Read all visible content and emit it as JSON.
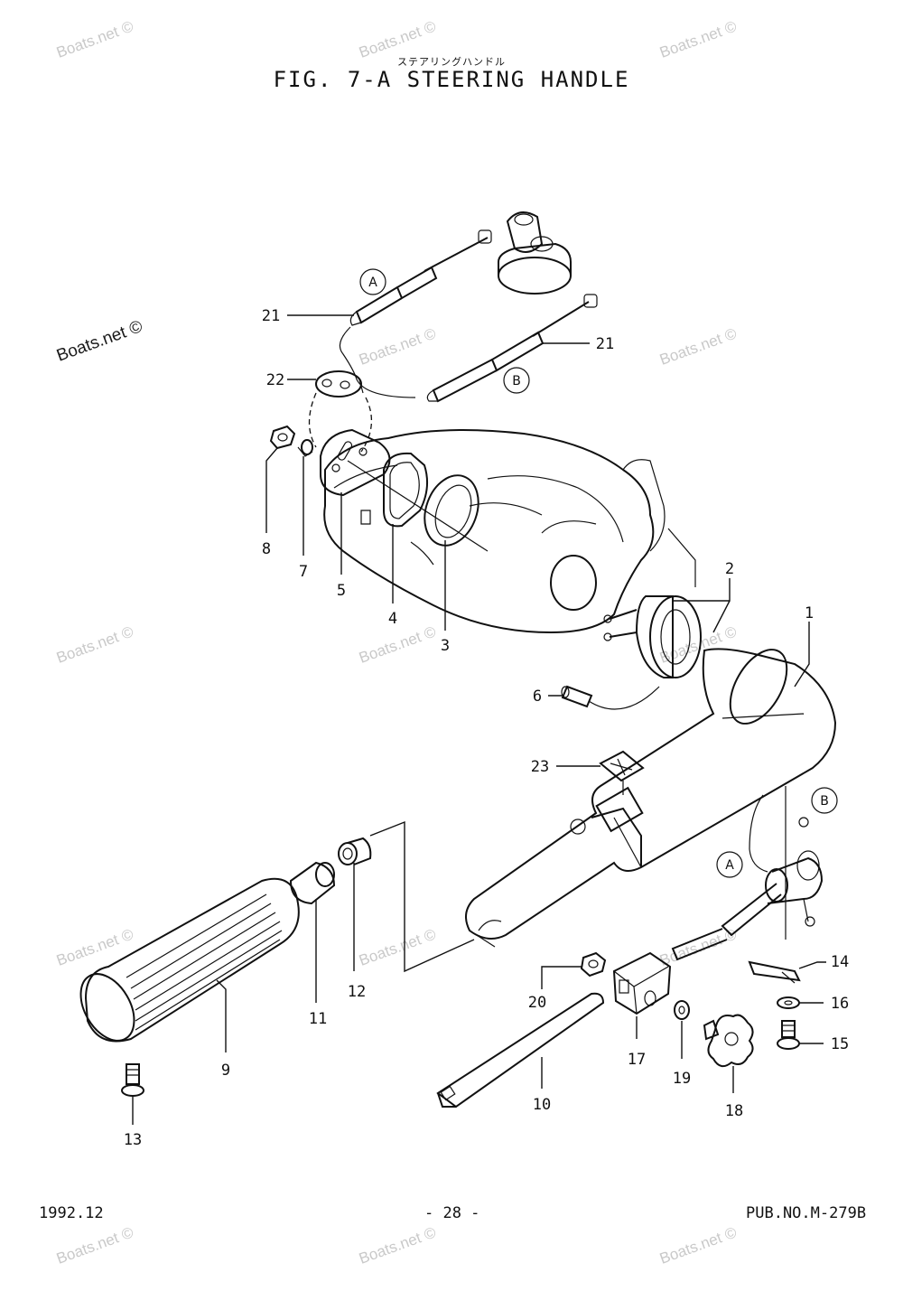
{
  "header": {
    "subtitle_jp": "ステアリングハンドル",
    "title": "FIG.  7-A STEERING HANDLE"
  },
  "footer": {
    "date": "1992.12",
    "page": "- 28 -",
    "pub_no": "PUB.NO.M-279B"
  },
  "watermark": "Boats.net ©",
  "part_callouts": [
    "1",
    "2",
    "3",
    "4",
    "5",
    "6",
    "7",
    "8",
    "9",
    "10",
    "11",
    "12",
    "13",
    "14",
    "15",
    "16",
    "17",
    "18",
    "19",
    "20",
    "21",
    "21",
    "22",
    "23"
  ],
  "refs": [
    "A",
    "B",
    "A",
    "B"
  ]
}
